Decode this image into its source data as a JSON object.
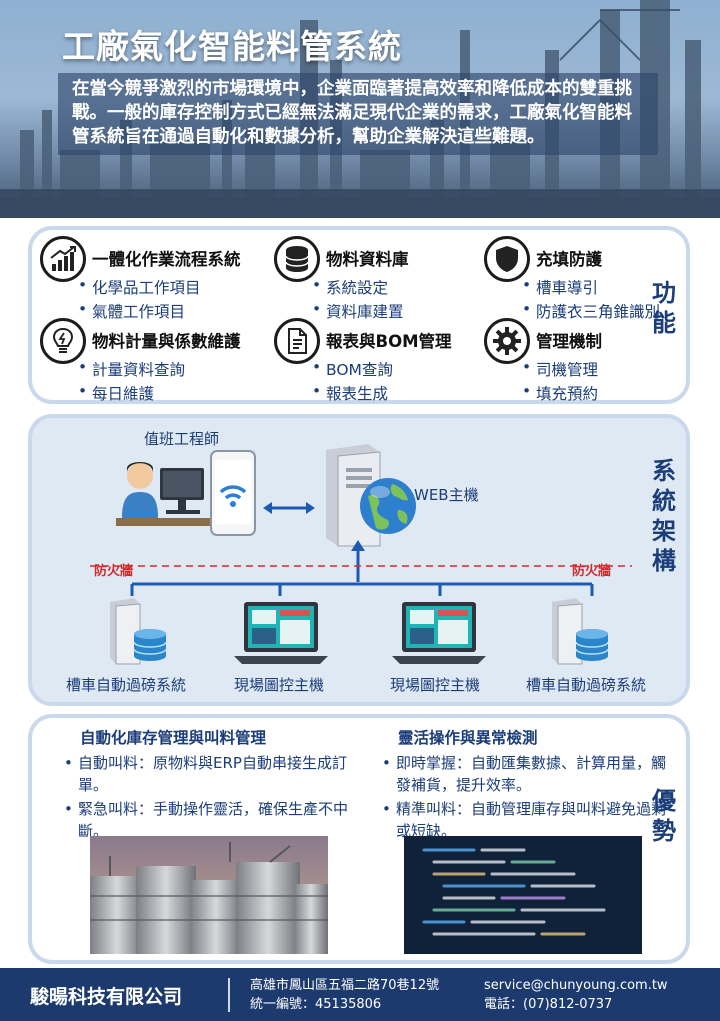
{
  "hero": {
    "title": "工廠氣化智能料管系統",
    "intro": "在當今競爭激烈的市場環境中，企業面臨著提高效率和降低成本的雙重挑戰。一般的庫存控制方式已經無法滿足現代企業的需求，工廠氣化智能料管系統旨在通過自動化和數據分析，幫助企業解決這些難題。"
  },
  "features": {
    "side_label": "功能",
    "items": [
      {
        "title": "一體化作業流程系統",
        "icon": "growth-chart-icon",
        "points": [
          "化學品工作項目",
          "氣體工作項目"
        ]
      },
      {
        "title": "物料資料庫",
        "icon": "database-icon",
        "points": [
          "系統設定",
          "資料庫建置"
        ]
      },
      {
        "title": "充填防護",
        "icon": "shield-icon",
        "points": [
          "槽車導引",
          "防護衣三角錐識別"
        ]
      },
      {
        "title": "物料計量與係數維護",
        "icon": "lightbulb-icon",
        "points": [
          "計量資料查詢",
          "每日維護"
        ]
      },
      {
        "title": "報表與BOM管理",
        "icon": "document-icon",
        "points": [
          "BOM查詢",
          "報表生成"
        ]
      },
      {
        "title": "管理機制",
        "icon": "gear-icon",
        "points": [
          "司機管理",
          "填充預約"
        ]
      }
    ]
  },
  "architecture": {
    "side_label": "系統架構",
    "engineer_label": "值班工程師",
    "web_host_label": "WEB主機",
    "firewall_left": "防火牆",
    "firewall_right": "防火牆",
    "nodes": [
      "槽車自動過磅系統",
      "現場圖控主機",
      "現場圖控主機",
      "槽車自動過磅系統"
    ]
  },
  "advantages": {
    "side_label": "優勢",
    "columns": [
      {
        "heading": "自動化庫存管理與叫料管理",
        "points": [
          "自動叫料：原物料與ERP自動串接生成訂單。",
          "緊急叫料：手動操作靈活，確保生產不中斷。"
        ]
      },
      {
        "heading": "靈活操作與異常檢測",
        "points": [
          "即時掌握：自動匯集數據、計算用量，觸發補貨，提升效率。",
          "精準叫料：自動管理庫存與叫料避免過剩或短缺。"
        ]
      }
    ]
  },
  "footer": {
    "company": "駿暘科技有限公司",
    "address": "高雄市鳳山區五福二路70巷12號",
    "tax_id": "統一編號：45135806",
    "email": "service@chunyoung.com.tw",
    "phone": "電話：(07)812-0737"
  }
}
